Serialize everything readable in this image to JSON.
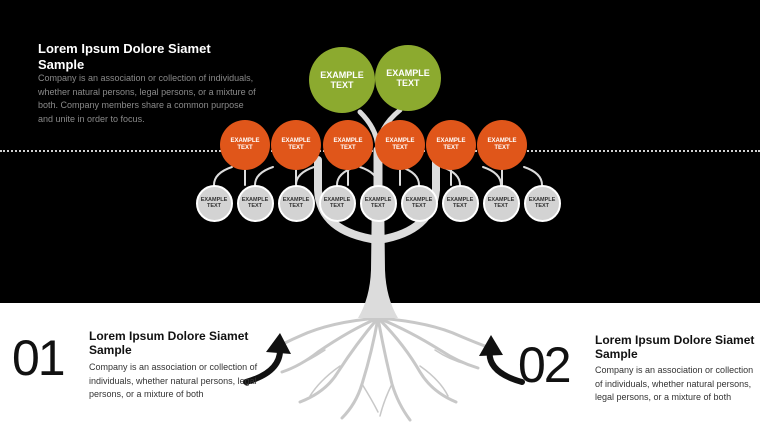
{
  "colors": {
    "green": "#8caa2f",
    "orange": "#e0561a",
    "gray": "#d3d3d3",
    "trunk": "#dcdcdc",
    "roots": "#c8c8c8"
  },
  "top_block": {
    "heading": "Lorem Ipsum Dolore Siamet Sample",
    "body": "Company is an association or collection of individuals, whether natural persons, legal persons, or a mixture of both. Company members share a common purpose and unite in order to focus."
  },
  "left_block": {
    "number": "01",
    "heading": "Lorem Ipsum Dolore Siamet Sample",
    "body": "Company is an association or collection of individuals, whether natural persons, legal persons, or a mixture of both"
  },
  "right_block": {
    "number": "02",
    "heading": "Lorem Ipsum Dolore Siamet Sample",
    "body": "Company is an association or collection of individuals, whether natural persons, legal persons, or a mixture of both"
  },
  "tree": {
    "green_nodes": [
      "EXAMPLE\nTEXT",
      "EXAMPLE\nTEXT"
    ],
    "orange_nodes": [
      "EXAMPLE\nTEXT",
      "EXAMPLE\nTEXT",
      "EXAMPLE\nTEXT",
      "EXAMPLE\nTEXT",
      "EXAMPLE\nTEXT",
      "EXAMPLE\nTEXT"
    ],
    "gray_nodes": [
      "EXAMPLE\nTEXT",
      "EXAMPLE\nTEXT",
      "EXAMPLE\nTEXT",
      "EXAMPLE\nTEXT",
      "EXAMPLE\nTEXT",
      "EXAMPLE\nTEXT",
      "EXAMPLE\nTEXT",
      "EXAMPLE\nTEXT",
      "EXAMPLE\nTEXT"
    ]
  }
}
